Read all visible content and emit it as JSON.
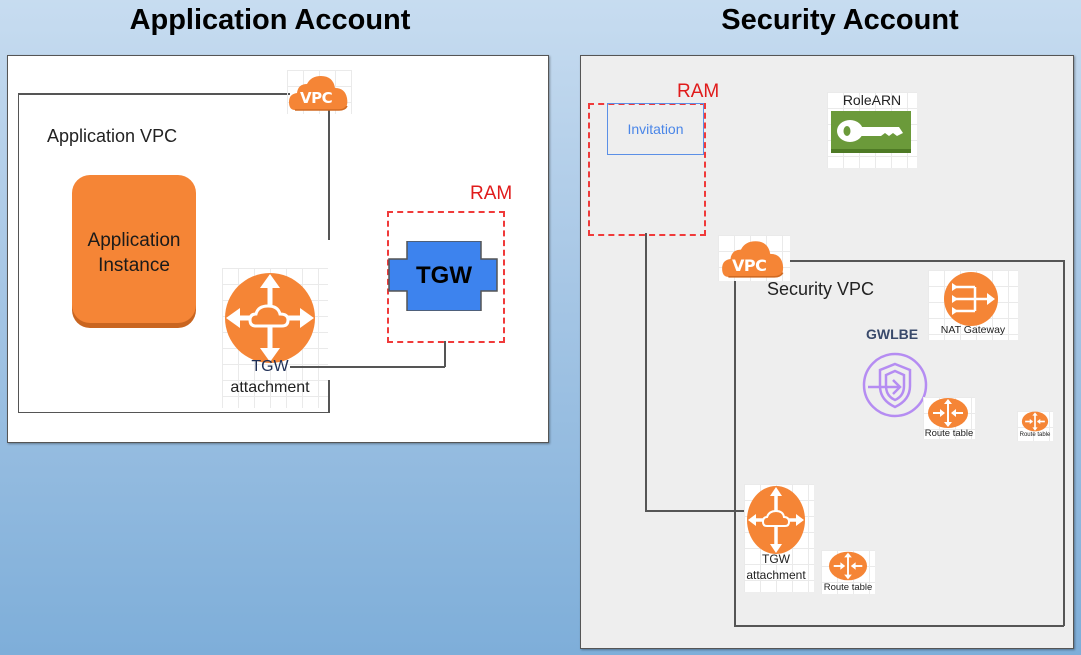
{
  "application_account": {
    "title": "Application Account",
    "vpc_icon_label": "VPC",
    "vpc_name": "Application VPC",
    "instance_label_line1": "Application",
    "instance_label_line2": "Instance",
    "tgw_attachment_line1": "TGW",
    "tgw_attachment_line2": "attachment",
    "ram_label": "RAM",
    "tgw_label": "TGW"
  },
  "security_account": {
    "title": "Security Account",
    "ram_label": "RAM",
    "invitation_label": "Invitation",
    "role_arn_label": "RoleARN",
    "vpc_icon_label": "VPC",
    "vpc_name": "Security VPC",
    "nat_gateway_label": "NAT Gateway",
    "gwlbe_label": "GWLBE",
    "route_table_labels": [
      "Route table",
      "Route table",
      "Route table"
    ],
    "tgw_attachment_line1": "TGW",
    "tgw_attachment_line2": "attachment"
  },
  "colors": {
    "aws_orange": "#f58536",
    "tgw_blue": "#3d83ee",
    "ram_red": "#f03a3a",
    "role_green": "#6b9a3a",
    "gwlbe_purple": "#b58cf2",
    "invitation_blue": "#4a86e8"
  }
}
